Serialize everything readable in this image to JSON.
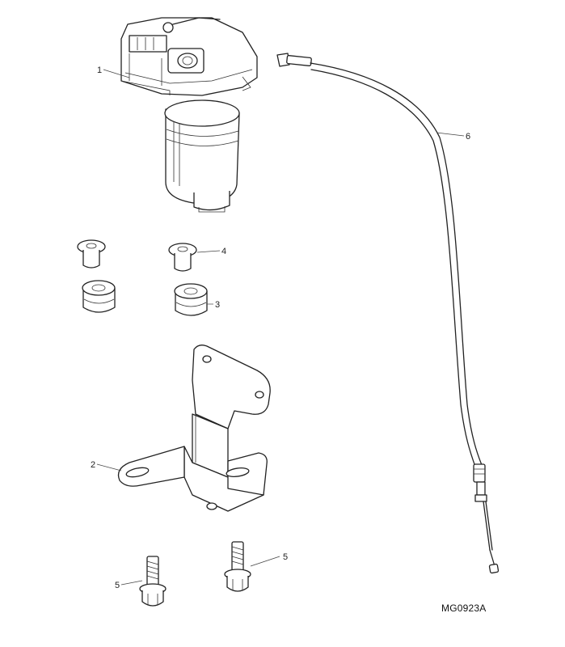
{
  "diagram": {
    "reference_code": "MG0923A",
    "callouts": {
      "motor": "1",
      "bracket": "2",
      "grommet": "3",
      "spacer": "4",
      "bolt_left": "5",
      "bolt_right": "5",
      "cable": "6"
    }
  }
}
